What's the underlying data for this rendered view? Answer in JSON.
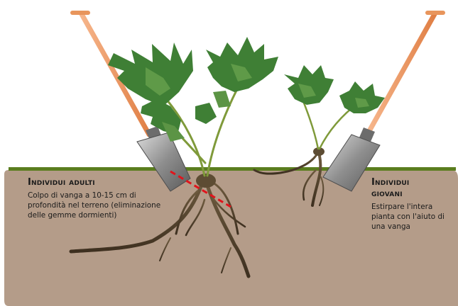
{
  "adult": {
    "title": "Individui adulti",
    "text": "Colpo di vanga a 10-15 cm di profondità nel terreno (eliminazione delle gemme dormienti)"
  },
  "young": {
    "title_line1": "Individui",
    "title_line2": "giovani",
    "text": "Estirpare l'intera pianta con l'aiuto di una vanga"
  },
  "colors": {
    "soil": "#b49c89",
    "grass": "#5a7d1e",
    "cut_line": "#e0141c",
    "spade_handle": "#ef9a64",
    "leaf": "#3f7f35"
  }
}
